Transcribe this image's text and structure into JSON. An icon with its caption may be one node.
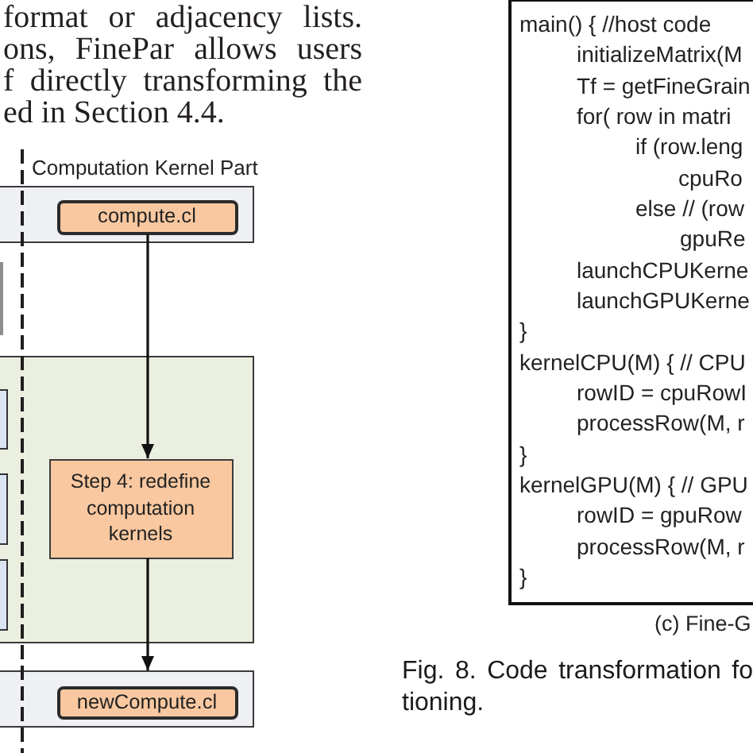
{
  "diagram": {
    "caption": "Fig. 8. Code transformation fo tioning.",
    "nodes": [
      {
        "text": [],
        "shape": "box"
      },
      {
        "text": [
          "compute.cl"
        ],
        "in": 0
      },
      {
        "text": [],
        "shape": "box"
      },
      {
        "text": [],
        "shape": "box"
      },
      {
        "text": [],
        "shape": "box",
        "in": 3
      },
      {
        "text": [],
        "shape": "box",
        "in": 3
      },
      {
        "text": [],
        "shape": "box",
        "in": 3
      },
      {
        "text": [
          "Step 4: redefine computation kernels"
        ],
        "in": 3
      },
      {
        "text": [],
        "shape": "box"
      },
      {
        "text": [
          "newCompute.cl"
        ],
        "in": 8
      },
      {
        "text": [
          "main() { //host code",
          "initializeMatrix(M",
          "Tf = getFineGrain",
          "for( row in matri",
          "if (row.leng",
          "cpuRo",
          "else // (row",
          "gpuRe",
          "launchCPUKerne",
          "launchGPUKerne",
          "}",
          "kernelCPU(M) { // CPU",
          "rowID = cpuRowI",
          "processRow(M, r",
          "}",
          "kernelGPU(M) { // GPU",
          "rowID = gpuRow",
          "processRow(M, r",
          "}"
        ],
        "beside": [
          "(c) Fine-G"
        ]
      }
    ],
    "edges": [
      {
        "from": 1,
        "to": 7,
        "arrow": "to"
      },
      {
        "from": 7,
        "to": 8,
        "arrow": "to"
      }
    ],
    "labels": [
      "format or adjacency lists.",
      "ons, FinePar allows users",
      "f directly transforming the",
      "ed in Section 4.4.",
      "Computation Kernel Part"
    ]
  }
}
